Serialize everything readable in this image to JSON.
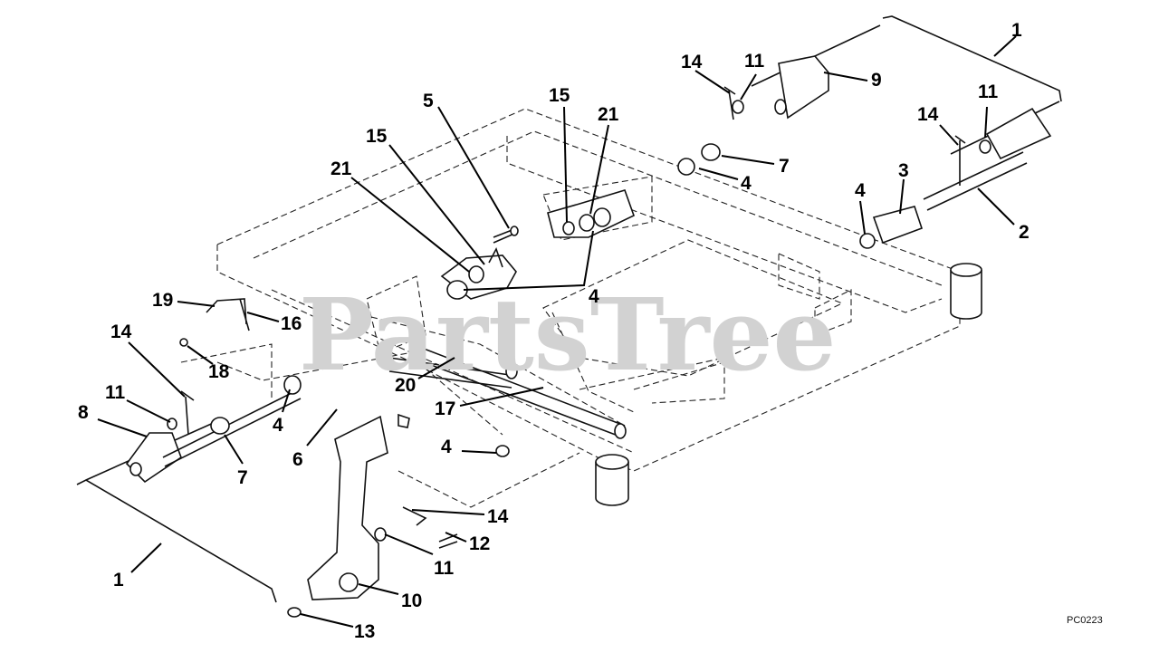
{
  "watermark": "PartsTree",
  "drawing_code": "PC0223",
  "callouts": [
    {
      "id": "c1a",
      "label": "1"
    },
    {
      "id": "c1b",
      "label": "1"
    },
    {
      "id": "c2",
      "label": "2"
    },
    {
      "id": "c3",
      "label": "3"
    },
    {
      "id": "c4a",
      "label": "4"
    },
    {
      "id": "c4b",
      "label": "4"
    },
    {
      "id": "c4c",
      "label": "4"
    },
    {
      "id": "c4d",
      "label": "4"
    },
    {
      "id": "c4e",
      "label": "4"
    },
    {
      "id": "c5",
      "label": "5"
    },
    {
      "id": "c6",
      "label": "6"
    },
    {
      "id": "c7a",
      "label": "7"
    },
    {
      "id": "c7b",
      "label": "7"
    },
    {
      "id": "c8",
      "label": "8"
    },
    {
      "id": "c9",
      "label": "9"
    },
    {
      "id": "c10",
      "label": "10"
    },
    {
      "id": "c11a",
      "label": "11"
    },
    {
      "id": "c11b",
      "label": "11"
    },
    {
      "id": "c11c",
      "label": "11"
    },
    {
      "id": "c11d",
      "label": "11"
    },
    {
      "id": "c12",
      "label": "12"
    },
    {
      "id": "c13",
      "label": "13"
    },
    {
      "id": "c14a",
      "label": "14"
    },
    {
      "id": "c14b",
      "label": "14"
    },
    {
      "id": "c14c",
      "label": "14"
    },
    {
      "id": "c14d",
      "label": "14"
    },
    {
      "id": "c15a",
      "label": "15"
    },
    {
      "id": "c15b",
      "label": "15"
    },
    {
      "id": "c16",
      "label": "16"
    },
    {
      "id": "c17",
      "label": "17"
    },
    {
      "id": "c18",
      "label": "18"
    },
    {
      "id": "c19",
      "label": "19"
    },
    {
      "id": "c20",
      "label": "20"
    },
    {
      "id": "c21a",
      "label": "21"
    },
    {
      "id": "c21b",
      "label": "21"
    }
  ]
}
